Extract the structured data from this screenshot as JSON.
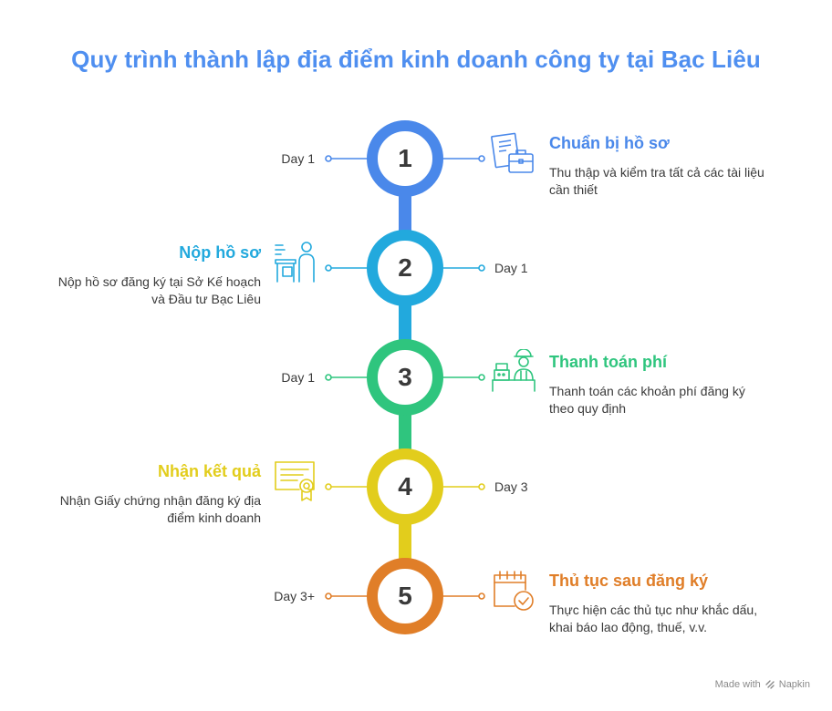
{
  "title": "Quy trình thành lập địa điểm kinh doanh công ty tại Bạc Liêu",
  "colors": {
    "title": "#4f8ff0",
    "step1": "#4a88ea",
    "step2": "#22a9dd",
    "step3": "#2fc57e",
    "step4": "#e2cd1c",
    "step5": "#e07e28"
  },
  "steps": [
    {
      "number": "1",
      "day": "Day 1",
      "title": "Chuẩn bị hồ sơ",
      "desc": "Thu thập và kiểm tra tất cả các tài liệu cần thiết",
      "icon": "documents-briefcase-icon"
    },
    {
      "number": "2",
      "day": "Day 1",
      "title": "Nộp hồ sơ",
      "desc": "Nộp hồ sơ đăng ký tại Sở Kế hoạch và Đầu tư Bạc Liêu",
      "icon": "person-at-desk-icon"
    },
    {
      "number": "3",
      "day": "Day 1",
      "title": "Thanh toán phí",
      "desc": "Thanh toán các khoản phí đăng ký theo quy định",
      "icon": "cashier-icon"
    },
    {
      "number": "4",
      "day": "Day 3",
      "title": "Nhận kết quả",
      "desc": "Nhận Giấy chứng nhận đăng ký địa điểm kinh doanh",
      "icon": "certificate-icon"
    },
    {
      "number": "5",
      "day": "Day 3+",
      "title": "Thủ tục sau đăng ký",
      "desc": "Thực hiện các thủ tục như khắc dấu, khai báo lao động, thuế, v.v.",
      "icon": "calendar-check-icon"
    }
  ],
  "footer": {
    "made_with": "Made with",
    "brand": "Napkin"
  }
}
